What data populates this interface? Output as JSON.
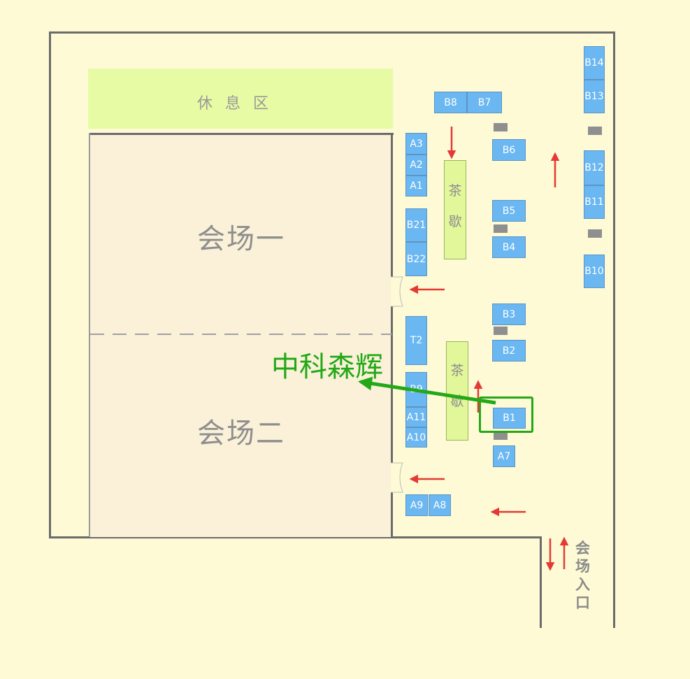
{
  "halls": {
    "hall_one": "会场一",
    "hall_two": "会场二"
  },
  "rest_area": "休息区",
  "tea_break": {
    "char1": "茶",
    "char2": "歇"
  },
  "company": "中科森辉",
  "entrance": [
    "会",
    "场",
    "入",
    "口"
  ],
  "booths": {
    "A1": "A1",
    "A2": "A2",
    "A3": "A3",
    "A7": "A7",
    "A8": "A8",
    "A9": "A9",
    "A10": "A10",
    "A11": "A11",
    "B1": "B1",
    "B2": "B2",
    "B3": "B3",
    "B4": "B4",
    "B5": "B5",
    "B6": "B6",
    "B7": "B7",
    "B8": "B8",
    "B9": "B9",
    "B10": "B10",
    "B11": "B11",
    "B12": "B12",
    "B13": "B13",
    "B14": "B14",
    "B21": "B21",
    "B22": "B22",
    "T2": "T2"
  },
  "colors": {
    "background": "#fdfad5",
    "booth": "#6ab7f2",
    "tea_break": "#e2f79a",
    "hall": "#faf1d8",
    "arrow": "#e53935",
    "highlight": "#23a817"
  }
}
